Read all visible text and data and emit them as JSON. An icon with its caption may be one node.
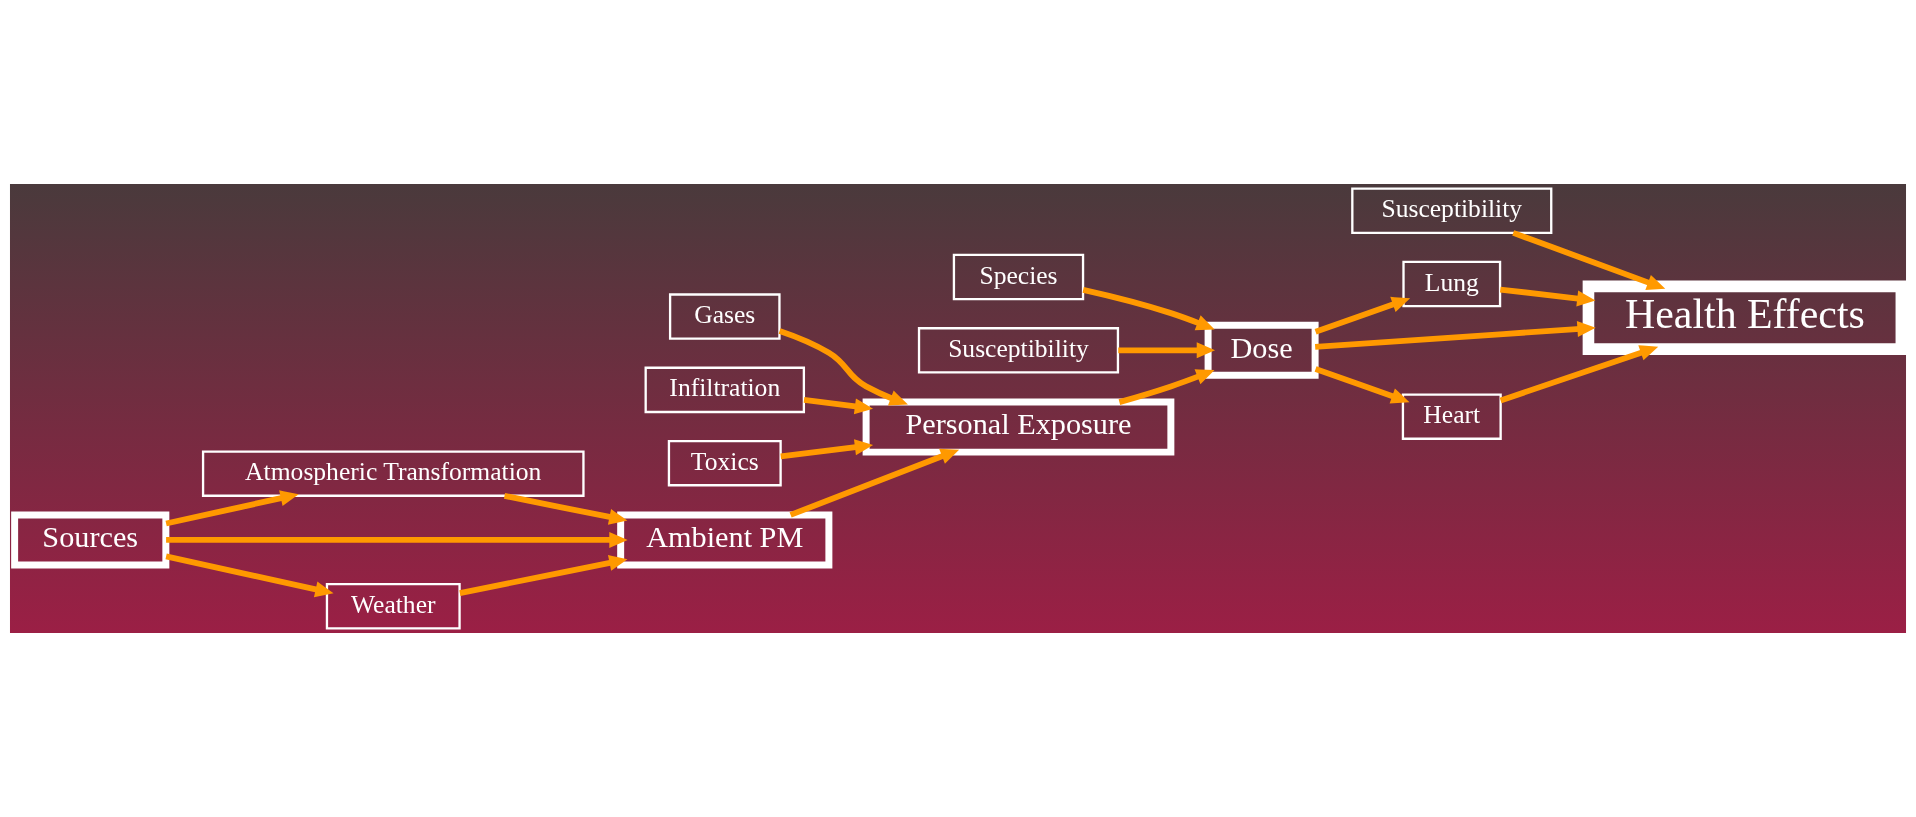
{
  "diagram": {
    "nodes": [
      {
        "text": [
          "Atmospheric Transformation"
        ]
      },
      {
        "text": [
          "Sources"
        ]
      },
      {
        "text": [
          "Ambient PM"
        ]
      },
      {
        "text": [
          "Weather"
        ]
      },
      {
        "text": [
          "Gases"
        ]
      },
      {
        "text": [
          "Infiltration"
        ]
      },
      {
        "text": [
          "Personal Exposure"
        ]
      },
      {
        "text": [
          "Toxics"
        ]
      },
      {
        "text": [
          "Species"
        ]
      },
      {
        "text": [
          "Dose"
        ]
      },
      {
        "text": [
          "Susceptibility"
        ]
      },
      {
        "text": [
          "Lung"
        ]
      },
      {
        "text": [
          "Health Effects"
        ]
      },
      {
        "text": [
          "Heart"
        ]
      },
      {
        "text": [
          "Susceptibility"
        ]
      }
    ],
    "edges": [
      {
        "from": 1,
        "to": 0,
        "arrow": "to"
      },
      {
        "from": 0,
        "to": 2,
        "arrow": "to"
      },
      {
        "from": 1,
        "to": 2,
        "arrow": "to"
      },
      {
        "from": 1,
        "to": 3,
        "arrow": "to"
      },
      {
        "from": 3,
        "to": 2,
        "arrow": "to"
      },
      {
        "from": 2,
        "to": 6,
        "arrow": "to"
      },
      {
        "from": 4,
        "to": 6,
        "arrow": "to"
      },
      {
        "from": 5,
        "to": 6,
        "arrow": "to"
      },
      {
        "from": 7,
        "to": 6,
        "arrow": "to"
      },
      {
        "from": 6,
        "to": 9,
        "arrow": "to"
      },
      {
        "from": 8,
        "to": 9,
        "arrow": "to"
      },
      {
        "from": 10,
        "to": 9,
        "arrow": "to"
      },
      {
        "from": 9,
        "to": 11,
        "arrow": "to"
      },
      {
        "from": 9,
        "to": 12,
        "arrow": "to"
      },
      {
        "from": 9,
        "to": 13,
        "arrow": "to"
      },
      {
        "from": 11,
        "to": 12,
        "arrow": "to"
      },
      {
        "from": 13,
        "to": 12,
        "arrow": "to"
      },
      {
        "from": 14,
        "to": 12,
        "arrow": "to"
      }
    ]
  }
}
